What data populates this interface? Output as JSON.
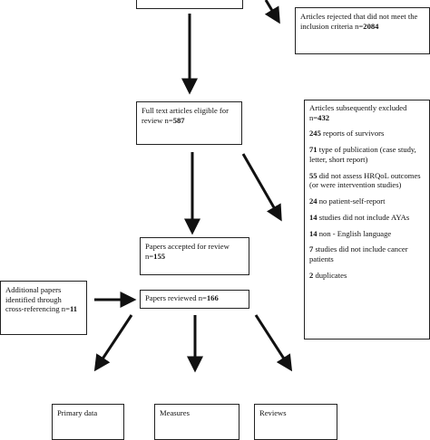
{
  "rejected": {
    "text": "Articles rejected that did not meet the inclusion criteria n=",
    "n": "2084"
  },
  "fulltext": {
    "text": "Full text articles eligible for review n=",
    "n": "587"
  },
  "excluded": {
    "heading": "Articles subsequently excluded n=",
    "n": "432",
    "items": [
      {
        "n": "245",
        "text": " reports of survivors"
      },
      {
        "n": "71",
        "text": " type of publication (case study, letter, short report)"
      },
      {
        "n": "55",
        "text": " did not assess HRQoL outcomes (or were intervention studies)"
      },
      {
        "n": "24",
        "text": " no patient-self-report"
      },
      {
        "n": "14",
        "text": " studies did not include AYAs"
      },
      {
        "n": "14",
        "text": " non - English language"
      },
      {
        "n": "7",
        "text": " studies did not include cancer patients"
      },
      {
        "n": "2",
        "text": " duplicates"
      }
    ]
  },
  "accepted": {
    "text": "Papers accepted for review n=",
    "n": "155"
  },
  "additional": {
    "text": "Additional papers identified through cross-referencing n=",
    "n": "11"
  },
  "reviewed": {
    "text": "Papers reviewed  n=",
    "n": "166"
  },
  "outcomes": {
    "primary": "Primary data",
    "measures": "Measures",
    "reviews": "Reviews"
  }
}
